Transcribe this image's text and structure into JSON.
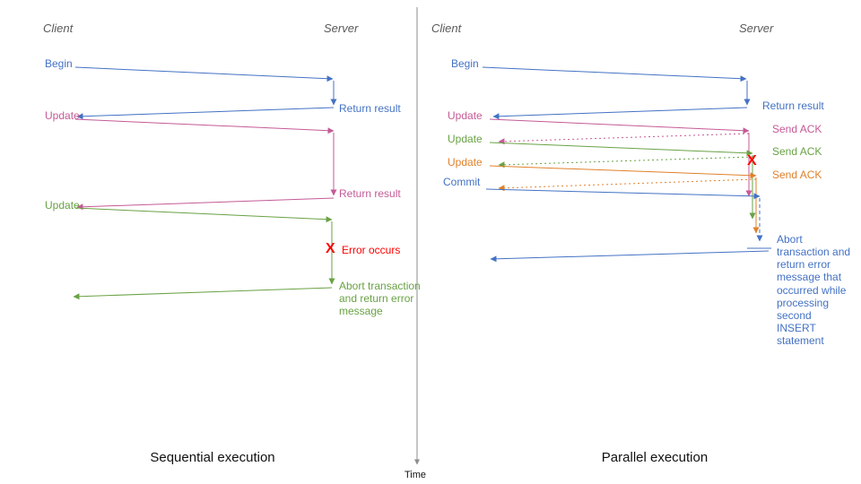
{
  "colors": {
    "blue": "#4472C4",
    "pink": "#C55A96",
    "green": "#69A244",
    "orange": "#E0812B",
    "red": "#FF0000",
    "gray": "#595959"
  },
  "divider": {
    "time_label": "Time"
  },
  "sequential": {
    "caption": "Sequential execution",
    "client": "Client",
    "server": "Server",
    "begin": "Begin",
    "begin_return": "Return result",
    "update1": "Update",
    "update1_return": "Return result",
    "update2": "Update",
    "error_mark": "X",
    "error_label": "Error occurs",
    "abort_message": "Abort transaction and return error message"
  },
  "parallel": {
    "caption": "Parallel execution",
    "client": "Client",
    "server": "Server",
    "begin": "Begin",
    "begin_return": "Return result",
    "update1": "Update",
    "update1_ack": "Send ACK",
    "update2": "Update",
    "update2_ack": "Send ACK",
    "update3": "Update",
    "update3_ack": "Send ACK",
    "commit": "Commit",
    "error_mark": "X",
    "abort_message": "Abort transaction and return error message that occurred while processing second INSERT statement"
  }
}
